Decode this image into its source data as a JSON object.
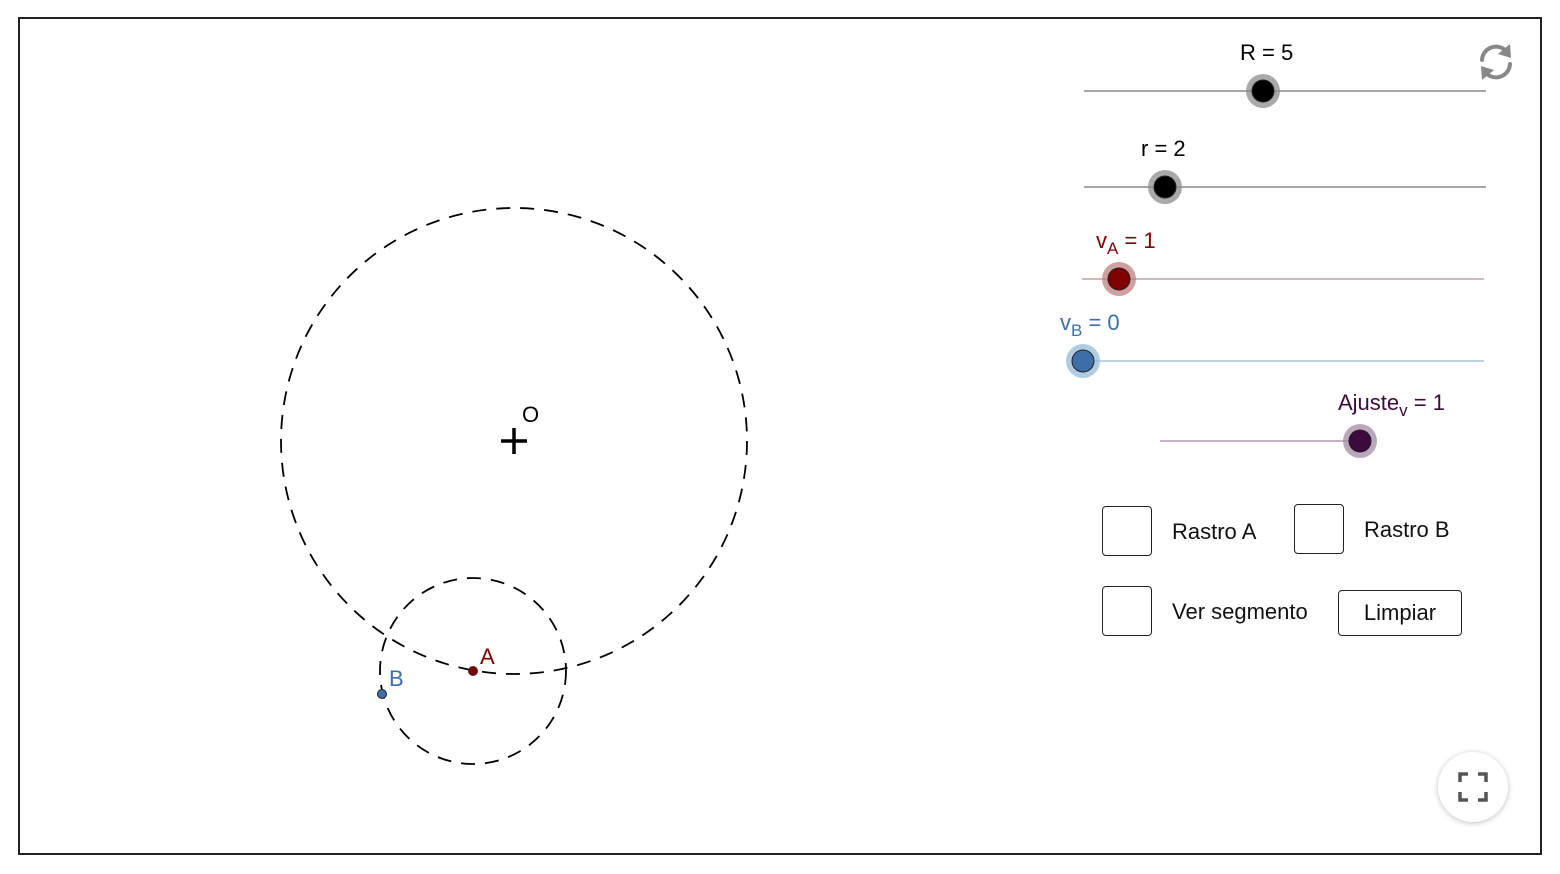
{
  "sliders": {
    "R": {
      "name": "R",
      "value": "5",
      "color": "#000000",
      "halo": "#888888",
      "line": "#888888"
    },
    "r": {
      "name": "r",
      "value": "2",
      "color": "#000000",
      "halo": "#888888",
      "line": "#888888"
    },
    "vA": {
      "name": "v",
      "sub": "A",
      "value": "1",
      "color": "#800000",
      "halo": "#c08080",
      "line": "#c9a0a0"
    },
    "vB": {
      "name": "v",
      "sub": "B",
      "value": "0",
      "color": "#3c6fa8",
      "halo": "#9cbfdc",
      "line": "#a8c8dc"
    },
    "ajuste": {
      "name": "Ajuste",
      "sub": "v",
      "value": "1",
      "color": "#3d0a3d",
      "halo": "#a48aa4",
      "line": "#b59ab5"
    }
  },
  "eq": " = ",
  "checkboxes": {
    "rastro_a": "Rastro A",
    "rastro_b": "Rastro B",
    "ver_segmento": "Ver segmento"
  },
  "buttons": {
    "limpiar": "Limpiar"
  },
  "points": {
    "O": {
      "label": "O",
      "color": "#000000"
    },
    "A": {
      "label": "A",
      "color": "#800000"
    },
    "B": {
      "label": "B",
      "color": "#3c6fa8"
    }
  },
  "icons": {
    "reset": "refresh-icon",
    "fullscreen": "fullscreen-icon"
  }
}
